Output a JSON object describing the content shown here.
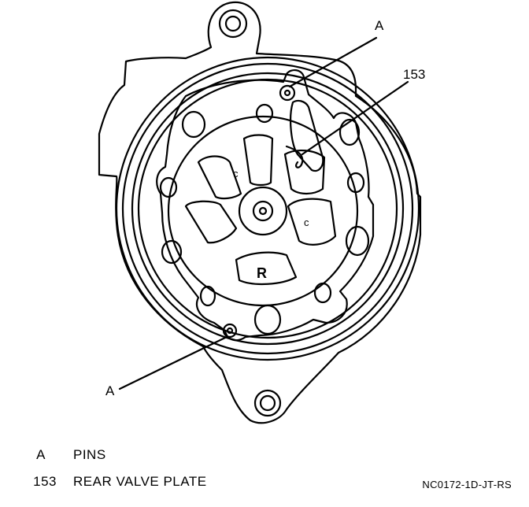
{
  "callouts": {
    "top_pin": "A",
    "valve_plate": "153",
    "bottom_pin": "A"
  },
  "stamps": {
    "port_mark_right": "c",
    "port_mark_left": "c",
    "rear_mark": "R"
  },
  "legend": [
    {
      "key": "A",
      "text": "PINS"
    },
    {
      "key": "153",
      "text": "REAR VALVE PLATE"
    }
  ],
  "figure_code": "NC0172-1D-JT-RS"
}
